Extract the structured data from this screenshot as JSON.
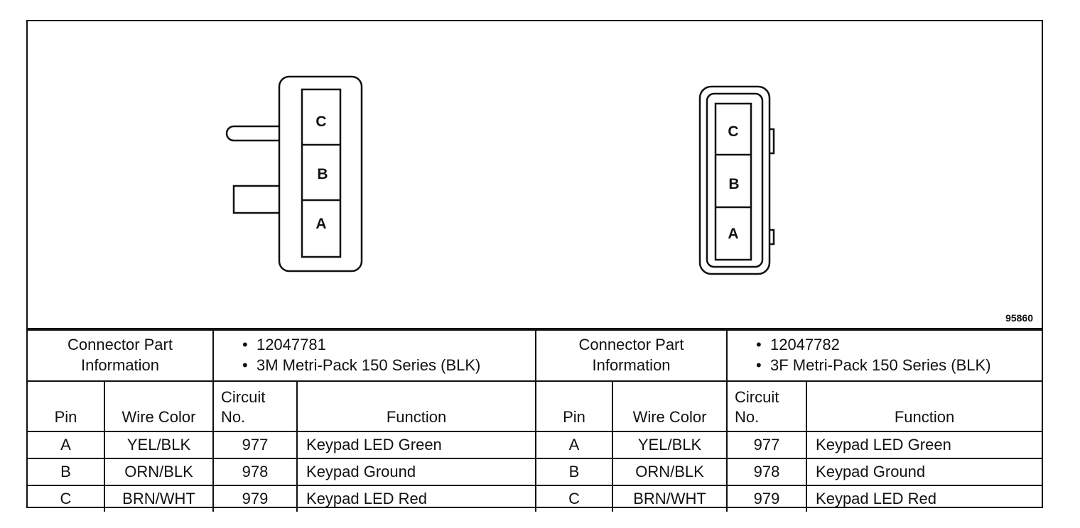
{
  "figure_id": "95860",
  "connectors": [
    {
      "pins_drawn": [
        "C",
        "B",
        "A"
      ],
      "info_label": "Connector Part Information",
      "info": [
        "12047781",
        "3M Metri-Pack 150 Series (BLK)"
      ],
      "columns": {
        "pin": "Pin",
        "wire": "Wire Color",
        "circuit": "Circuit No.",
        "function": "Function"
      },
      "rows": [
        {
          "pin": "A",
          "wire": "YEL/BLK",
          "circuit": "977",
          "function": "Keypad LED Green"
        },
        {
          "pin": "B",
          "wire": "ORN/BLK",
          "circuit": "978",
          "function": "Keypad Ground"
        },
        {
          "pin": "C",
          "wire": "BRN/WHT",
          "circuit": "979",
          "function": "Keypad LED Red"
        }
      ]
    },
    {
      "pins_drawn": [
        "C",
        "B",
        "A"
      ],
      "info_label": "Connector Part Information",
      "info": [
        "12047782",
        "3F Metri-Pack 150 Series (BLK)"
      ],
      "columns": {
        "pin": "Pin",
        "wire": "Wire Color",
        "circuit": "Circuit No.",
        "function": "Function"
      },
      "rows": [
        {
          "pin": "A",
          "wire": "YEL/BLK",
          "circuit": "977",
          "function": "Keypad LED Green"
        },
        {
          "pin": "B",
          "wire": "ORN/BLK",
          "circuit": "978",
          "function": "Keypad Ground"
        },
        {
          "pin": "C",
          "wire": "BRN/WHT",
          "circuit": "979",
          "function": "Keypad LED Red"
        }
      ]
    }
  ]
}
